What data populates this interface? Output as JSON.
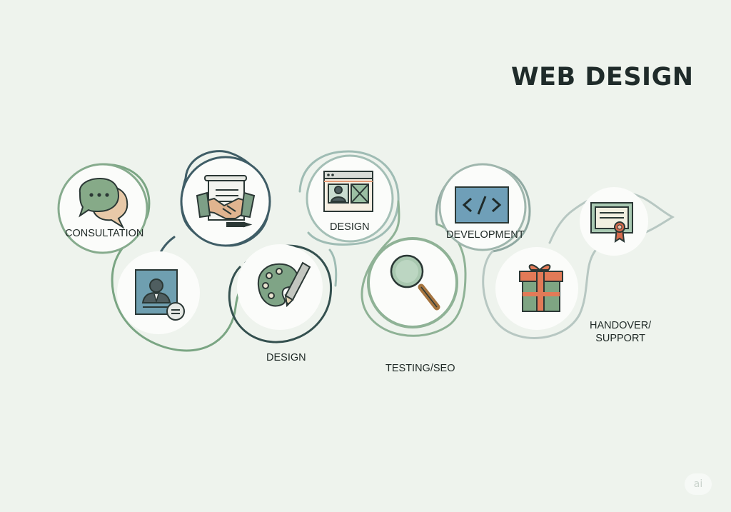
{
  "title": "WEB DESIGN",
  "steps": [
    {
      "label": "CONSULTATION",
      "icon": "chat-bubbles-icon"
    },
    {
      "label": "",
      "icon": "handshake-contract-icon"
    },
    {
      "label": "",
      "icon": "profile-card-icon"
    },
    {
      "label": "DESIGN",
      "icon": "browser-wireframe-icon"
    },
    {
      "label": "DESIGN",
      "icon": "palette-pencil-icon"
    },
    {
      "label": "DEVELOPMENT",
      "icon": "code-brackets-icon"
    },
    {
      "label": "TESTING/SEO",
      "icon": "magnifier-icon"
    },
    {
      "label": "HANDOVER/\nSUPPORT",
      "icon": "gift-box-icon"
    },
    {
      "label": "",
      "icon": "certificate-icon"
    }
  ],
  "labels": {
    "consultation": "CONSULTATION",
    "design_upper": "DESIGN",
    "design_lower": "DESIGN",
    "development": "DEVELOPMENT",
    "testing": "TESTING/SEO",
    "handover_line1": "HANDOVER/",
    "handover_line2": "SUPPORT"
  },
  "badge": "ai",
  "colors": {
    "background": "#eef3ed",
    "sage": "#7a9f82",
    "slate_blue": "#5d8aa0",
    "dark_teal": "#2f4a4a",
    "accent_orange": "#e07a52"
  }
}
